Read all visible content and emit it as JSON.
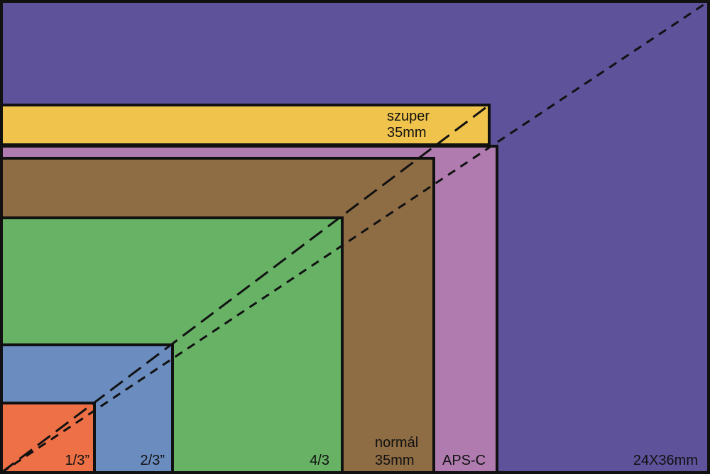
{
  "sensors": [
    {
      "id": "full-frame",
      "label": "24X36mm",
      "color": "#5e529a"
    },
    {
      "id": "super-35mm",
      "label_lines": [
        "szuper",
        "35mm"
      ],
      "color": "#f0c44c"
    },
    {
      "id": "aps-c",
      "label": "APS-C",
      "color": "#b07cb0"
    },
    {
      "id": "normal-35mm",
      "label_lines": [
        "normál",
        "35mm"
      ],
      "color": "#8e6c44"
    },
    {
      "id": "four-thirds",
      "label": "4/3",
      "color": "#68b266"
    },
    {
      "id": "two-thirds-inch",
      "label": "2/3”",
      "color": "#6a8cbe"
    },
    {
      "id": "one-third-inch",
      "label": "1/3”",
      "color": "#ee7046"
    }
  ],
  "colors": {
    "outline": "#111111",
    "diagonal": "#111111"
  }
}
